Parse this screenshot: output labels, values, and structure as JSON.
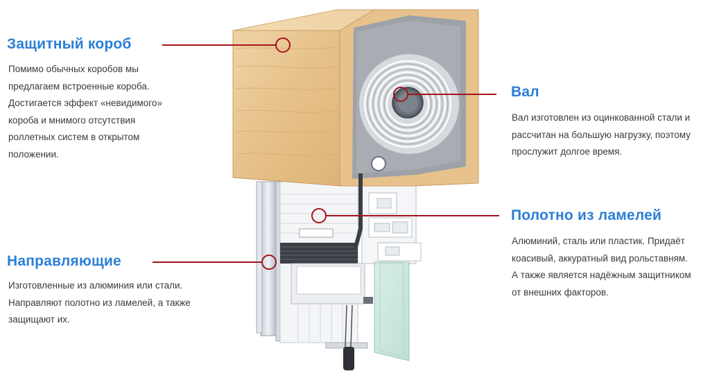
{
  "callouts": {
    "box": {
      "title": "Защитный короб",
      "lines": [
        "Помимо обычных коробов мы",
        "предлагаем встроенные короба.",
        "Достигается эффект «невидимого»",
        "короба и мнимого отсутствия",
        "роллетных систем в открытом",
        "положении."
      ]
    },
    "shaft": {
      "title": "Вал",
      "lines": [
        "Вал изготовлен из оцинкованной стали и",
        "рассчитан на большую нагрузку, поэтому",
        "прослужит долгое время."
      ]
    },
    "slats": {
      "title": "Полотно из ламелей",
      "lines": [
        "Алюминий, сталь или пластик. Придаёт",
        "коасивый, аккуратный вид рольставням.",
        "А также является надёжным защитником",
        "от внешних факторов."
      ]
    },
    "guides": {
      "title": "Направляющие",
      "lines": [
        "Изготовленные из алюминия или стали.",
        "Направляют полотно из ламелей, а также",
        "защищают их."
      ]
    }
  },
  "colors": {
    "title": "#2b7fd6",
    "text": "#3a3a3a",
    "pointer": "#a3141e",
    "wood": "#e9c58f",
    "insulation": "#9ea2a8"
  }
}
